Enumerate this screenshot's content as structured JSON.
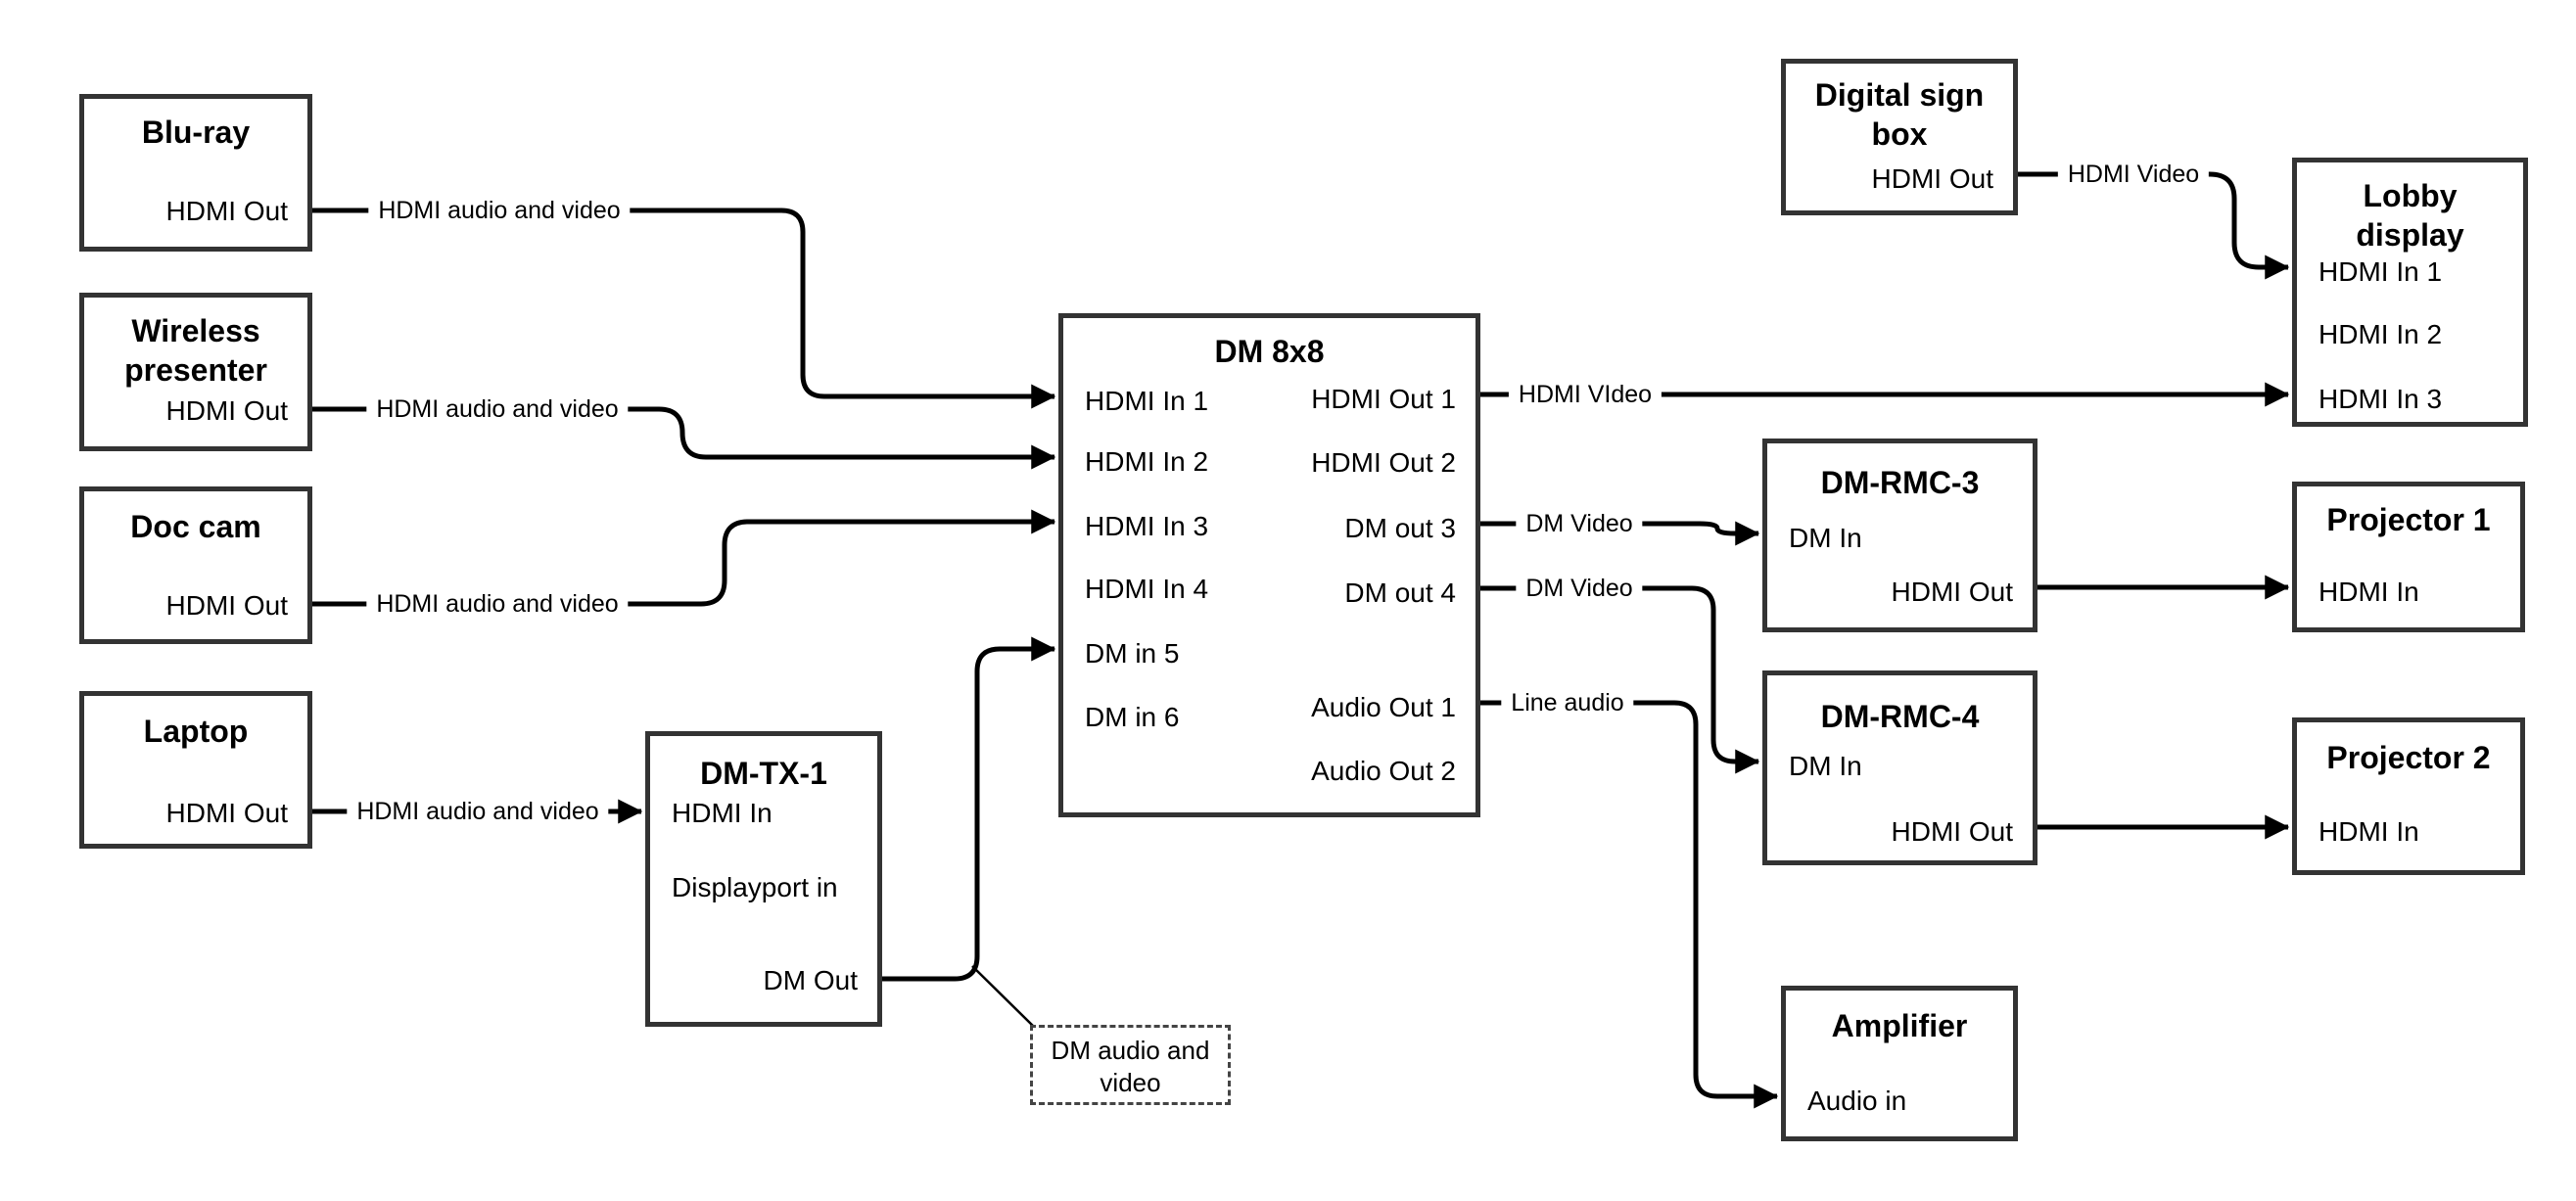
{
  "diagram": {
    "nodes": {
      "bluray": {
        "title": "Blu-ray",
        "ports": {
          "hdmi_out": "HDMI Out"
        }
      },
      "wireless": {
        "title": "Wireless presenter",
        "ports": {
          "hdmi_out": "HDMI Out"
        }
      },
      "doccam": {
        "title": "Doc cam",
        "ports": {
          "hdmi_out": "HDMI Out"
        }
      },
      "laptop": {
        "title": "Laptop",
        "ports": {
          "hdmi_out": "HDMI Out"
        }
      },
      "dmtx1": {
        "title": "DM-TX-1",
        "ports": {
          "hdmi_in": "HDMI In",
          "displayport_in": "Displayport in",
          "dm_out": "DM Out"
        }
      },
      "dm8x8": {
        "title": "DM 8x8",
        "left_ports": [
          "HDMI In 1",
          "HDMI In 2",
          "HDMI In 3",
          "HDMI In 4",
          "DM in 5",
          "DM in 6"
        ],
        "right_ports": [
          "HDMI Out 1",
          "HDMI Out 2",
          "DM out 3",
          "DM out 4",
          "Audio Out 1",
          "Audio Out 2"
        ]
      },
      "digitalsign": {
        "title": "Digital sign box",
        "ports": {
          "hdmi_out": "HDMI Out"
        }
      },
      "lobby": {
        "title": "Lobby display",
        "ports": {
          "hdmi_in_1": "HDMI In 1",
          "hdmi_in_2": "HDMI In 2",
          "hdmi_in_3": "HDMI In 3"
        }
      },
      "dmrmc3": {
        "title": "DM-RMC-3",
        "ports": {
          "dm_in": "DM In",
          "hdmi_out": "HDMI Out"
        }
      },
      "proj1": {
        "title": "Projector 1",
        "ports": {
          "hdmi_in": "HDMI In"
        }
      },
      "dmrmc4": {
        "title": "DM-RMC-4",
        "ports": {
          "dm_in": "DM In",
          "hdmi_out": "HDMI Out"
        }
      },
      "proj2": {
        "title": "Projector 2",
        "ports": {
          "hdmi_in": "HDMI In"
        }
      },
      "amplifier": {
        "title": "Amplifier",
        "ports": {
          "audio_in": "Audio in"
        }
      }
    },
    "edge_labels": {
      "bluray_dm8x8": "HDMI audio and video",
      "wireless_dm8x8": "HDMI audio and video",
      "doccam_dm8x8": "HDMI audio and video",
      "laptop_dmtx1": "HDMI audio and video",
      "digitalsign_lobby": "HDMI Video",
      "dm8x8_lobby": "HDMI VIdeo",
      "dm8x8_dmrmc3": "DM Video",
      "dm8x8_dmrmc4": "DM Video",
      "dm8x8_amplifier": "Line audio"
    },
    "note": {
      "text": "DM audio and video"
    },
    "colors": {
      "background": "#ffffff",
      "wire": "#000000",
      "box_border": "#333333",
      "text": "#000000"
    }
  }
}
